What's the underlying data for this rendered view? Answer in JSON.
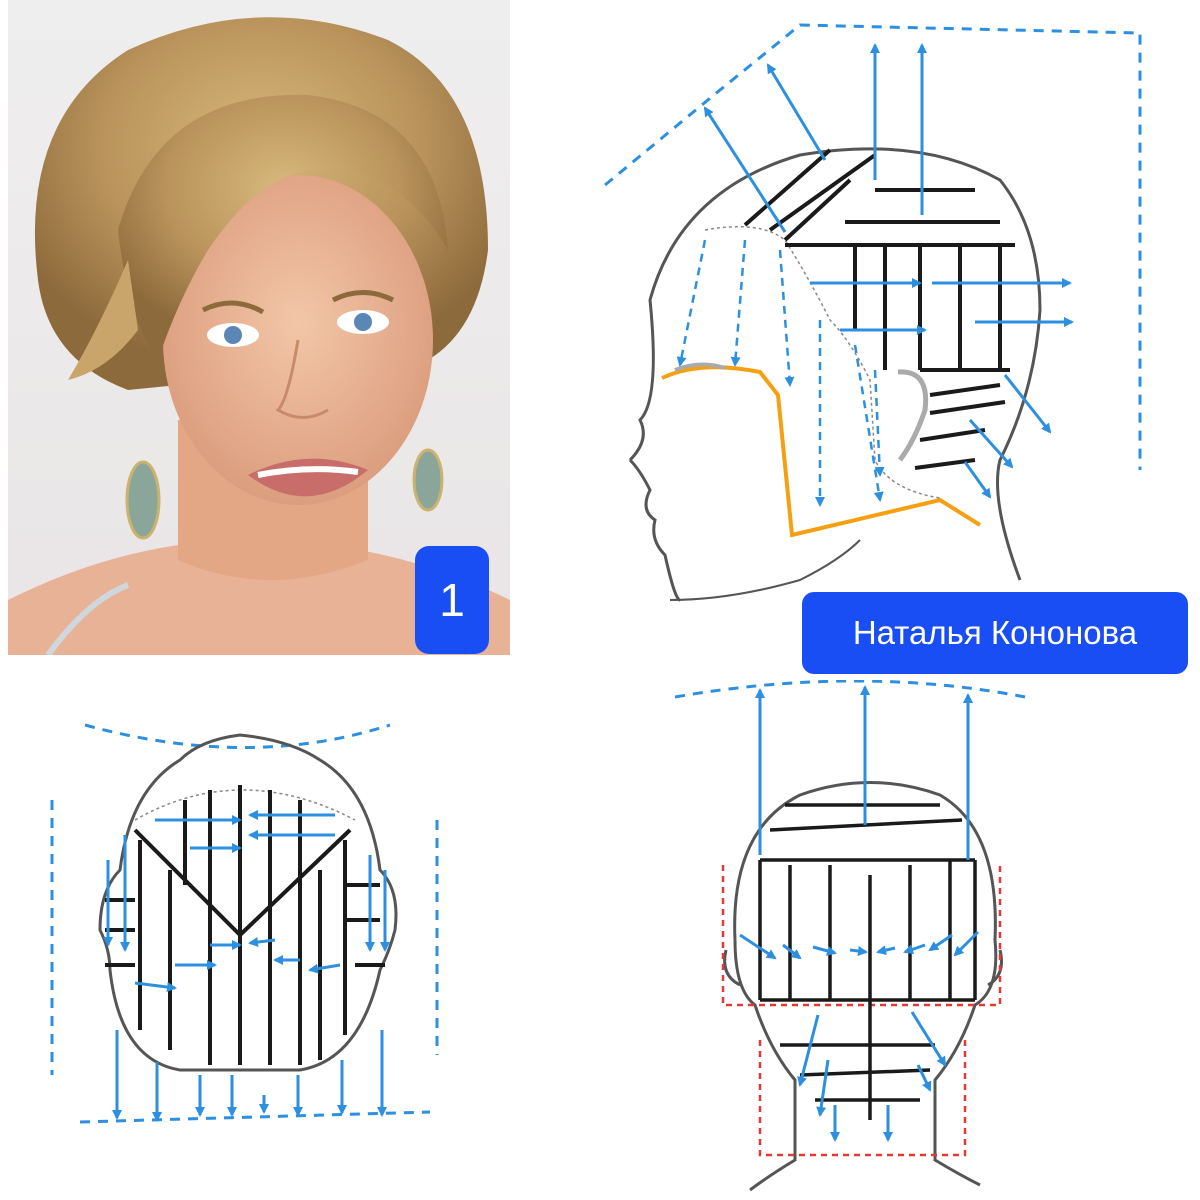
{
  "photo": {
    "description_icon": "woman-portrait-photo"
  },
  "badge": {
    "label": "1"
  },
  "author": {
    "label": "Наталья Кононова"
  },
  "colors": {
    "arrow_blue": "#2d8fe0",
    "outline_gray": "#555555",
    "section_black": "#1a1a1a",
    "hairline_orange": "#f5a012",
    "guide_red": "#e53935",
    "badge_blue": "#1a4ef5"
  },
  "diagrams": [
    {
      "name": "side-view",
      "icon": "head-side-profile-icon"
    },
    {
      "name": "top-view",
      "icon": "head-top-view-icon"
    },
    {
      "name": "back-view",
      "icon": "head-back-view-icon"
    }
  ]
}
